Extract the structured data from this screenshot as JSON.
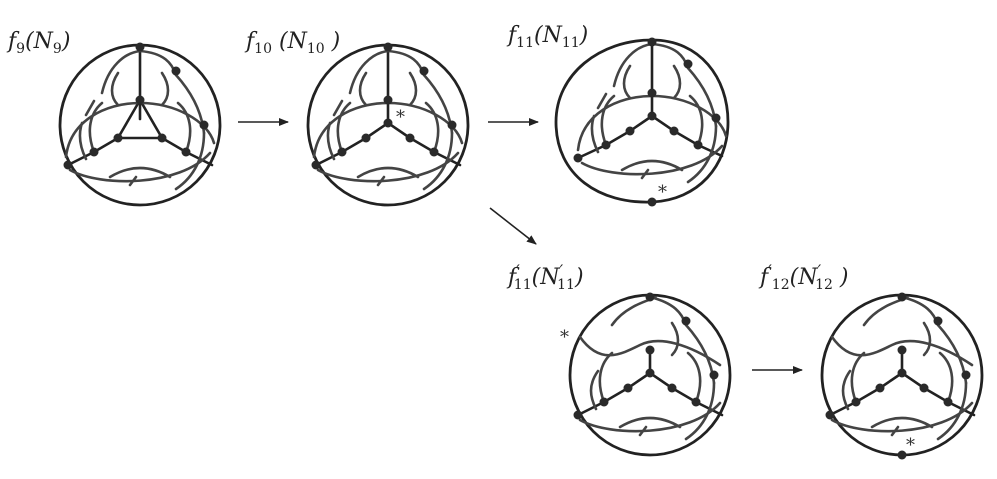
{
  "figures": [
    {
      "id": "f9",
      "label": {
        "f": "f",
        "fsub": "9",
        "fprime": "",
        "open": "(",
        "N": "N",
        "Nprime": "",
        "Nsub": "9",
        "close": ")"
      },
      "asterisk": ""
    },
    {
      "id": "f10",
      "label": {
        "f": "f",
        "fsub": "10",
        "fprime": "",
        "open": " (",
        "N": "N",
        "Nprime": "",
        "Nsub": "10",
        "close": " )"
      },
      "asterisk": "*"
    },
    {
      "id": "f11",
      "label": {
        "f": "f",
        "fsub": "11",
        "fprime": "",
        "open": "(",
        "N": "N",
        "Nprime": "",
        "Nsub": "11",
        "close": ")"
      },
      "asterisk": "*"
    },
    {
      "id": "f11p",
      "label": {
        "f": "f",
        "fsub": "11",
        "fprime": "′",
        "open": "(",
        "N": "N",
        "Nprime": "′",
        "Nsub": "11",
        "close": ")"
      },
      "asterisk": "*"
    },
    {
      "id": "f12p",
      "label": {
        "f": "f",
        "fsub": "12",
        "fprime": "′",
        "open": "(",
        "N": "N",
        "Nprime": "′",
        "Nsub": "12",
        "close": " )"
      },
      "asterisk": "*"
    }
  ],
  "colors": {
    "ink": "#222222",
    "strand": "#444444",
    "node": "#2a2a2a",
    "background": "#ffffff"
  }
}
